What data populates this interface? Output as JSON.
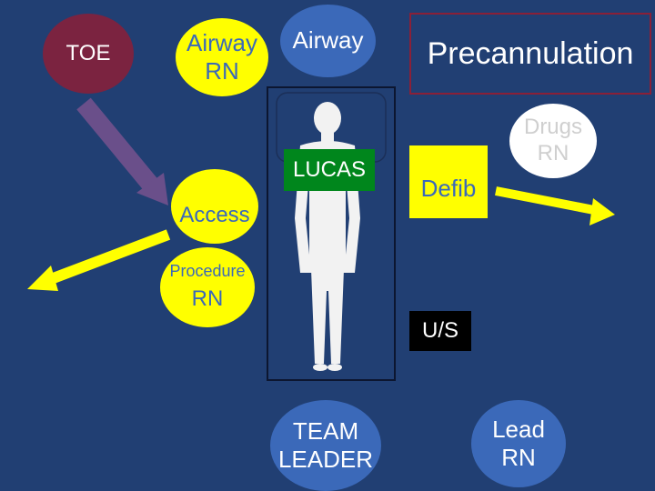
{
  "colors": {
    "background": "#213f73",
    "toe": "#7b2340",
    "yellow": "#ffff00",
    "blue": "#3b69b9",
    "green": "#00861c",
    "black": "#000000",
    "precannulation_border": "#8a2038",
    "arrow_purple": "#6a4f8a",
    "arrow_yellow": "#ffff00"
  },
  "nodes": {
    "toe": {
      "label": "TOE"
    },
    "airway_rn": {
      "line1": "Airway",
      "line2": "RN"
    },
    "airway": {
      "label": "Airway"
    },
    "precannulation": {
      "label": "Precannulation"
    },
    "drugs_rn": {
      "line1": "Drugs",
      "line2": "RN"
    },
    "lucas": {
      "label": "LUCAS"
    },
    "defib": {
      "label": "Defib"
    },
    "access": {
      "label": "Access"
    },
    "procedure_rn": {
      "line1": "Procedure",
      "line2": "RN"
    },
    "us": {
      "label": "U/S"
    },
    "team_leader": {
      "line1": "TEAM",
      "line2": "LEADER"
    },
    "lead_rn": {
      "line1": "Lead",
      "line2": "RN"
    }
  },
  "icons": {
    "patient": "patient-figure-icon",
    "arrow_toe": "arrow-down-right",
    "arrow_procedure": "arrow-left",
    "arrow_drugs": "arrow-right"
  }
}
